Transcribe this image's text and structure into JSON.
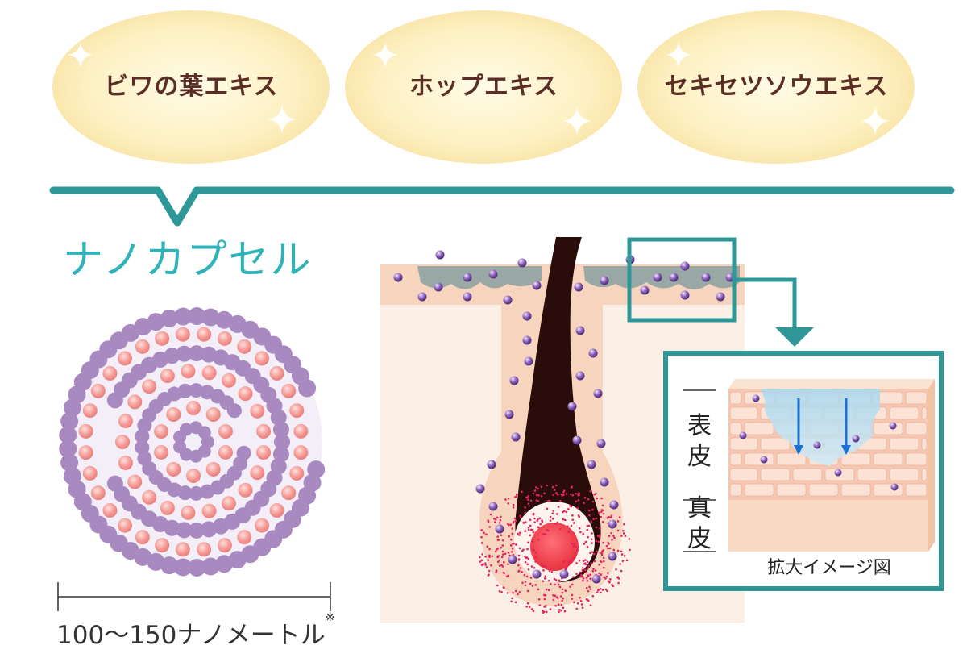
{
  "extracts": [
    {
      "label": "ビワの葉エキス"
    },
    {
      "label": "ホップエキス"
    },
    {
      "label": "セキセツソウエキス"
    }
  ],
  "title": "ナノカプセル",
  "scale": {
    "text": "100〜150ナノメートル",
    "note_mark": "※"
  },
  "layers": {
    "epidermis": "表皮",
    "dermis": "真皮"
  },
  "caption": "拡大イメージ図",
  "colors": {
    "teal": "#2e9898",
    "title_teal": "#2fb3b8",
    "label_brown": "#5a2e25",
    "capsule_purple": "#a98ac0",
    "capsule_pink": "#f5a3a0",
    "hair": "#2a0d0a",
    "skin": "#f7d4bd",
    "dermis_bg": "#fcefe6"
  }
}
